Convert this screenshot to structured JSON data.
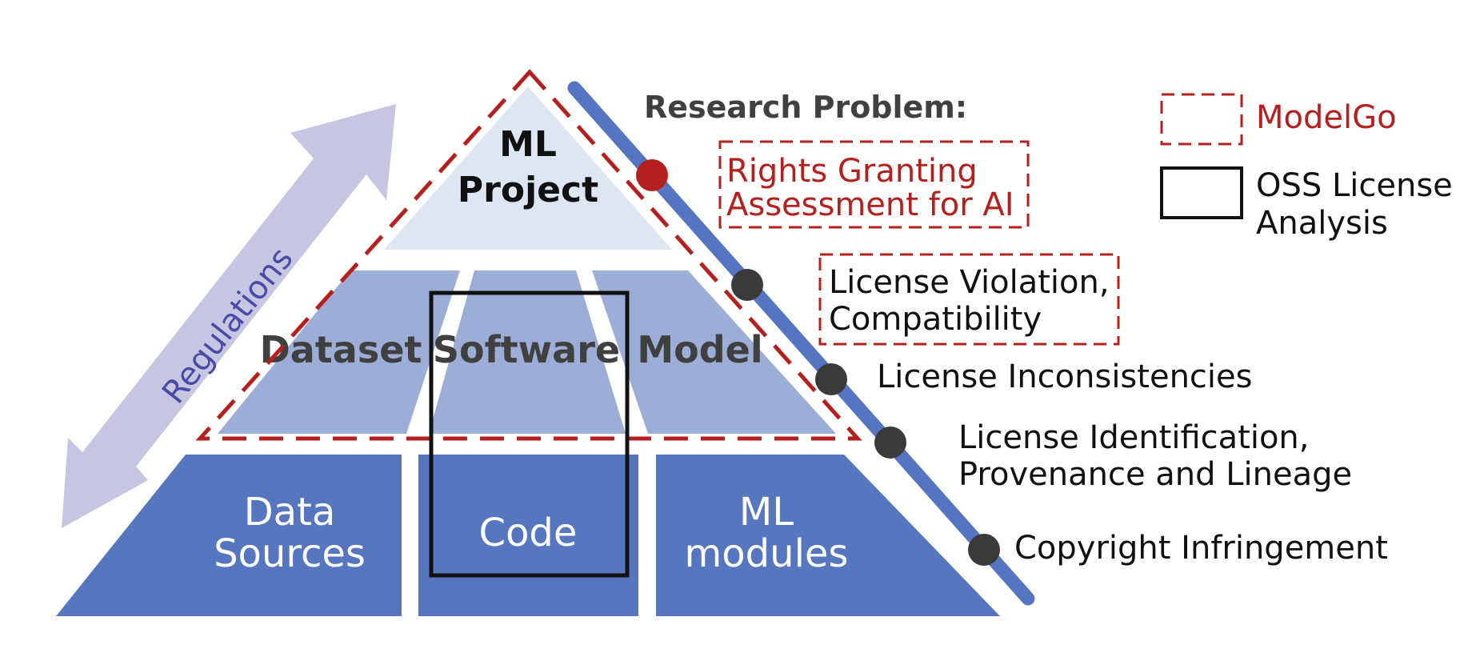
{
  "colors": {
    "tier_top": "#dfe6f3",
    "tier_middle": "#9caed8",
    "tier_bottom": "#5676bf",
    "modelgo_red": "#b5201e",
    "oss_black": "#111111",
    "arrow_lavender": "#c6c6e2",
    "arrow_text": "#4a4aa8",
    "problem_line": "#5575c2",
    "node_dark": "#3a3a3a",
    "label_dark": "#404040"
  },
  "pyramid": {
    "top": {
      "line1": "ML",
      "line2": "Project"
    },
    "middle": [
      "Dataset",
      "Software",
      "Model"
    ],
    "bottom": [
      {
        "line1": "Data",
        "line2": "Sources"
      },
      {
        "line1": "Code",
        "line2": ""
      },
      {
        "line1": "ML",
        "line2": "modules"
      }
    ]
  },
  "arrow": {
    "label": "Regulations"
  },
  "problems": {
    "heading": "Research Problem:",
    "items": [
      {
        "lines": [
          "Rights Granting",
          "Assessment for AI"
        ],
        "style": "modelgo"
      },
      {
        "lines": [
          "License Violation,",
          "Compatibility"
        ],
        "style": "modelgo-box"
      },
      {
        "lines": [
          "License Inconsistencies"
        ],
        "style": "plain"
      },
      {
        "lines": [
          "License Identification,",
          "Provenance and Lineage"
        ],
        "style": "plain"
      },
      {
        "lines": [
          "Copyright Infringement"
        ],
        "style": "plain"
      }
    ]
  },
  "legend": {
    "modelgo": "ModelGo",
    "oss": {
      "line1": "OSS License",
      "line2": "Analysis"
    }
  }
}
